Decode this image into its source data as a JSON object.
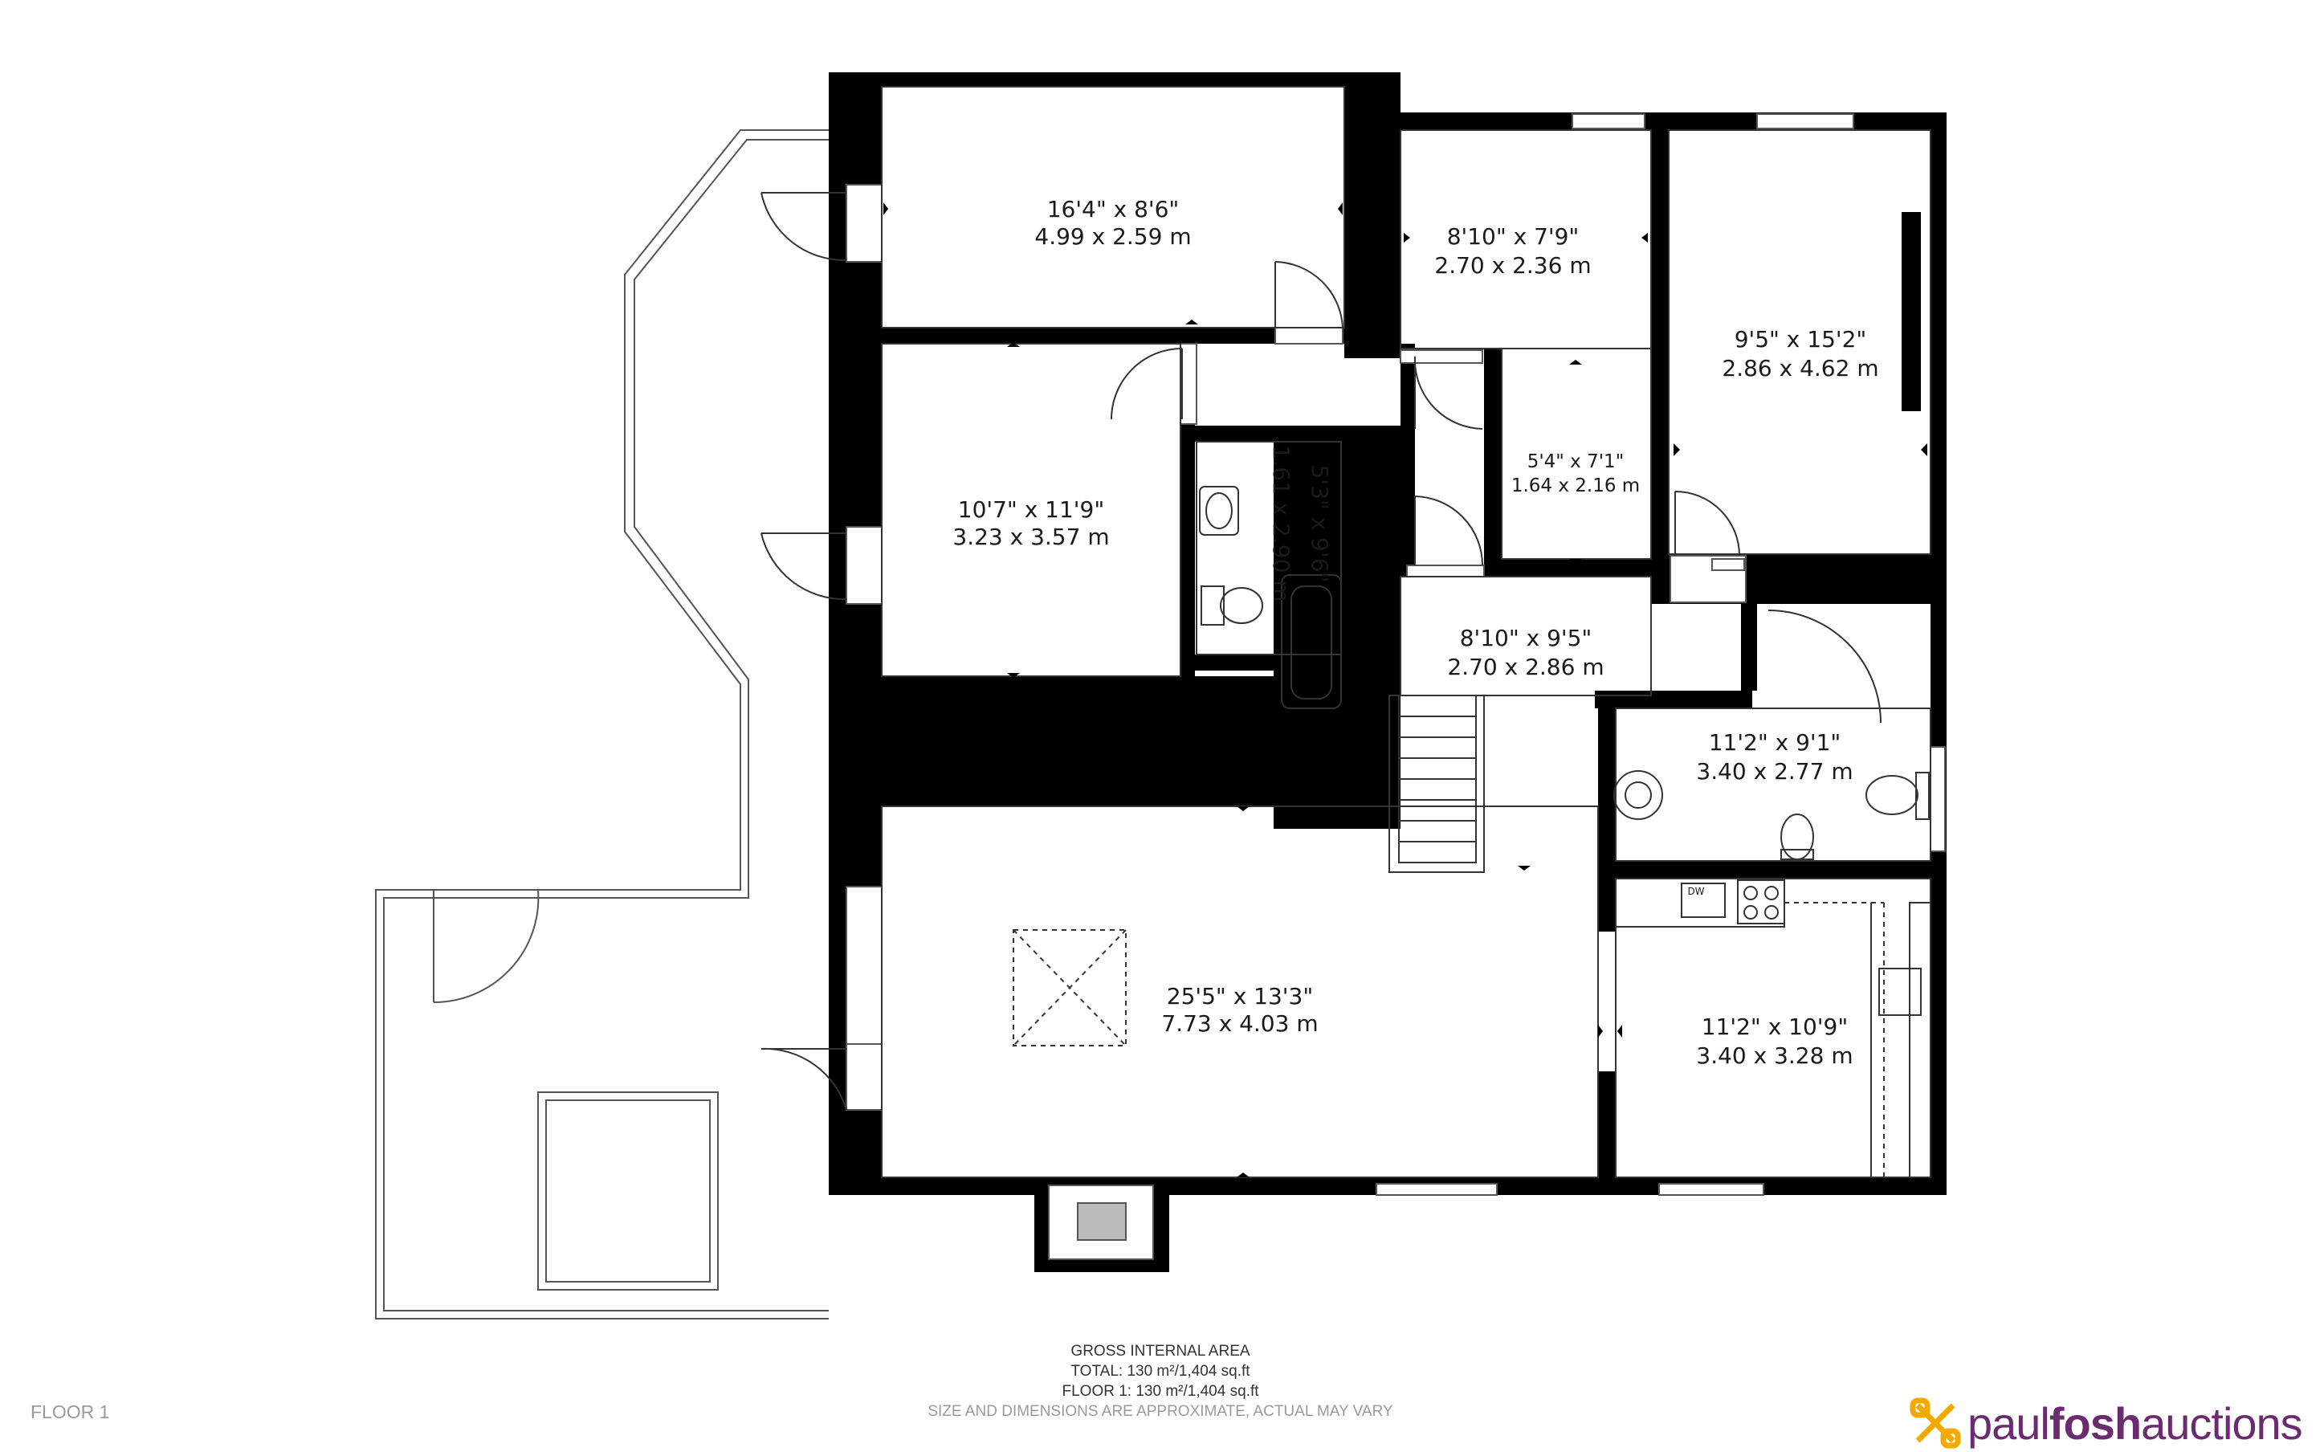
{
  "colors": {
    "wall": "#000000",
    "line": "#555555",
    "brand_purple": "#6a2c6e",
    "brand_gold": "#f2a900",
    "muted_text": "#9a9a9a"
  },
  "rooms": [
    {
      "id": "bedroom-top-left",
      "imperial": "16'4\" x 8'6\"",
      "metric": "4.99 x 2.59 m"
    },
    {
      "id": "bedroom-mid-left",
      "imperial": "10'7\" x 11'9\"",
      "metric": "3.23 x 3.57 m"
    },
    {
      "id": "bathroom-small",
      "imperial": "5'3\" x 9'6\"",
      "metric": "1.61 x 2.90 m"
    },
    {
      "id": "bedroom-top-centre",
      "imperial": "8'10\" x 7'9\"",
      "metric": "2.70 x 2.36 m"
    },
    {
      "id": "store-small",
      "imperial": "5'4\" x 7'1\"",
      "metric": "1.64 x 2.16 m"
    },
    {
      "id": "bedroom-top-right",
      "imperial": "9'5\" x 15'2\"",
      "metric": "2.86 x 4.62 m"
    },
    {
      "id": "hall",
      "imperial": "8'10\" x 9'5\"",
      "metric": "2.70 x 2.86 m"
    },
    {
      "id": "bathroom-right",
      "imperial": "11'2\" x 9'1\"",
      "metric": "3.40 x 2.77 m"
    },
    {
      "id": "living-room",
      "imperial": "25'5\" x 13'3\"",
      "metric": "7.73 x 4.03 m"
    },
    {
      "id": "kitchen",
      "imperial": "11'2\" x 10'9\"",
      "metric": "3.40 x 3.28 m"
    }
  ],
  "appliance_label": "DW",
  "footer": {
    "gia_title": "GROSS INTERNAL AREA",
    "total": "TOTAL: 130 m²/1,404 sq.ft",
    "floor_area": "FLOOR 1: 130 m²/1,404 sq.ft",
    "disclaimer": "SIZE AND DIMENSIONS ARE APPROXIMATE, ACTUAL MAY VARY",
    "floor_name": "FLOOR 1"
  },
  "brand": {
    "part1": "paul",
    "part2": "fosh",
    "part3": "auctions"
  }
}
